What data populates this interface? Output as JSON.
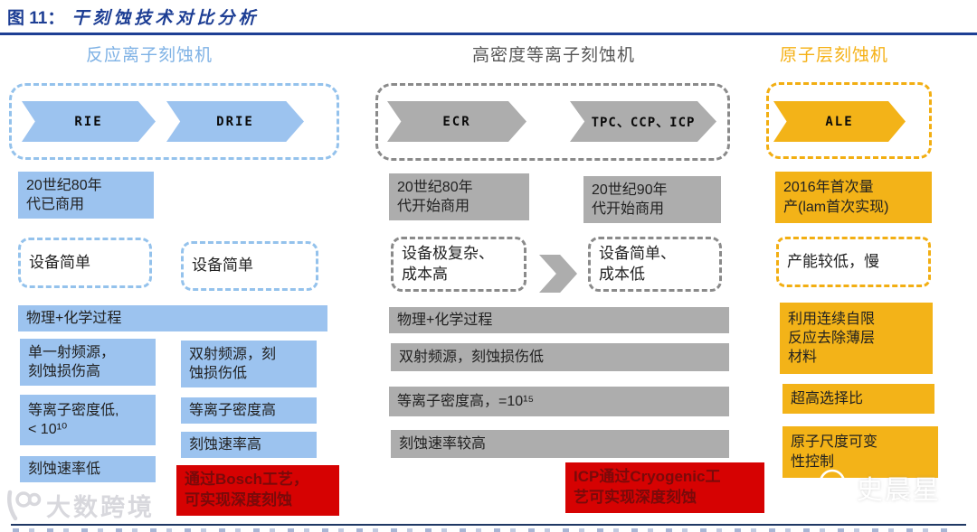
{
  "figure": {
    "label": "图 11：",
    "title": "干刻蚀技术对比分析"
  },
  "columns": {
    "rie": {
      "header": "反应离子刻蚀机",
      "arrows": {
        "a1": "RIE",
        "a2": "DRIE"
      },
      "commercial": "20世纪80年\n代已商用",
      "attr1": "设备简单",
      "attr2": "设备简单",
      "process": "物理+化学过程",
      "rf_single": "单一射频源，\n刻蚀损伤高",
      "rf_double": "双射频源，刻\n蚀损伤低",
      "density_low": "等离子密度低,\n< 10¹⁰",
      "density_high": "等离子密度高",
      "rate_high": "刻蚀速率高",
      "rate_low": "刻蚀速率低",
      "highlight": "通过Bosch工艺，\n可实现深度刻蚀"
    },
    "hdp": {
      "header": "高密度等离子刻蚀机",
      "arrows": {
        "a1": "ECR",
        "a2": "TPC、CCP、ICP"
      },
      "commercial1": "20世纪80年\n代开始商用",
      "commercial2": "20世纪90年\n代开始商用",
      "attr1": "设备极复杂、\n成本高",
      "attr2": "设备简单、\n成本低",
      "process": "物理+化学过程",
      "rf_double": "双射频源，刻蚀损伤低",
      "density": "等离子密度高，=10¹⁵",
      "rate": "刻蚀速率较高",
      "highlight": "ICP通过Cryogenic工\n艺可实现深度刻蚀"
    },
    "ale": {
      "header": "原子层刻蚀机",
      "arrows": {
        "a1": "ALE"
      },
      "commercial": "2016年首次量\n产(lam首次实现)",
      "attr1": "产能较低，慢",
      "feature1": "利用连续自限\n反应去除薄层\n材料",
      "feature2": "超高选择比",
      "feature3": "原子尺度可变\n性控制"
    }
  },
  "watermarks": {
    "bottom_left": "大数跨境",
    "bottom_right": "史晨星"
  },
  "colors": {
    "navy": "#1D3E94",
    "blue_header": "#7FB2E5",
    "blue_fill": "#9CC3EF",
    "blue_border": "#94C2EC",
    "gray_header": "#575757",
    "gray_fill": "#ADADAD",
    "gray_border": "#8A8A8A",
    "yellow_header": "#F5B117",
    "yellow_fill": "#F3B318",
    "yellow_border": "#F2AE12",
    "red_fill": "#D60202",
    "red_text": "#790A0A",
    "box_text": "#212121",
    "watermark_gray": "#D8D8DD",
    "bottom_line": "#1F3864"
  }
}
